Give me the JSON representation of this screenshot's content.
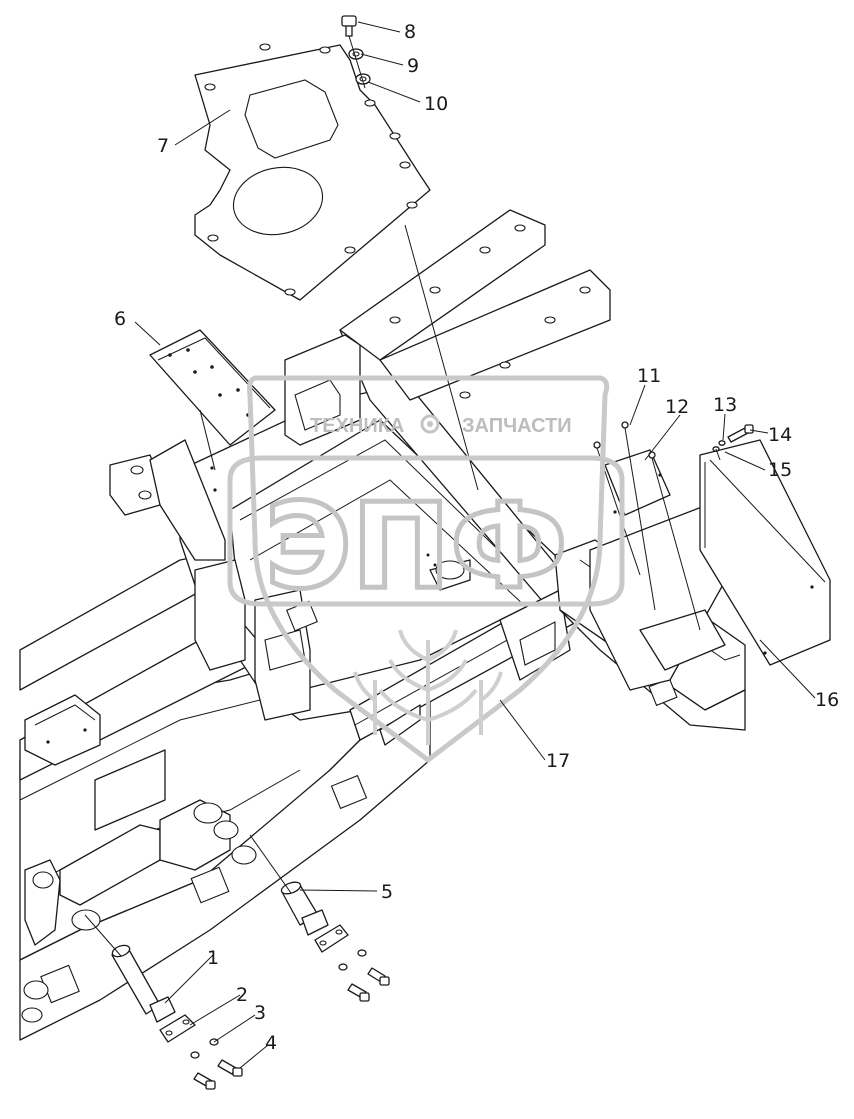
{
  "callouts": [
    {
      "id": "1",
      "label": "1"
    },
    {
      "id": "2",
      "label": "2"
    },
    {
      "id": "3",
      "label": "3"
    },
    {
      "id": "4",
      "label": "4"
    },
    {
      "id": "5",
      "label": "5"
    },
    {
      "id": "6",
      "label": "6"
    },
    {
      "id": "7",
      "label": "7"
    },
    {
      "id": "8",
      "label": "8"
    },
    {
      "id": "9",
      "label": "9"
    },
    {
      "id": "10",
      "label": "10"
    },
    {
      "id": "11",
      "label": "11"
    },
    {
      "id": "12",
      "label": "12"
    },
    {
      "id": "13",
      "label": "13"
    },
    {
      "id": "14",
      "label": "14"
    },
    {
      "id": "15",
      "label": "15"
    },
    {
      "id": "16",
      "label": "16"
    },
    {
      "id": "17",
      "label": "17"
    }
  ],
  "watermark": {
    "text_left": "ТЕХНИКА",
    "text_right": "ЗАПЧАСТИ",
    "logo_letters": "ЭПФ",
    "gear_icon": "gear-icon",
    "color": "#c4c4c4"
  },
  "colors": {
    "line": "#1a1a1a",
    "background": "#ffffff"
  }
}
